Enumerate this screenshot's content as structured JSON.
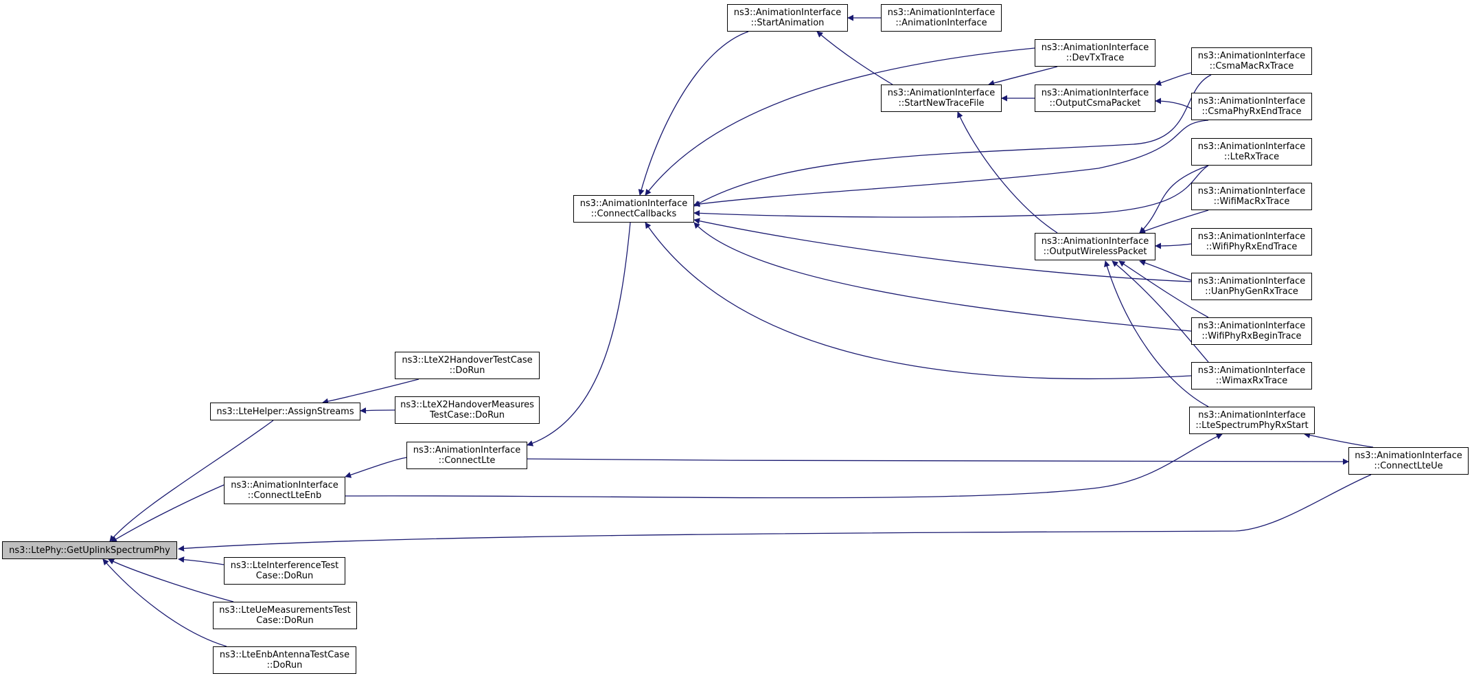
{
  "graph": {
    "nodes": {
      "getuplink": {
        "lines": [
          "ns3::LtePhy::GetUplinkSpectrumPhy"
        ],
        "focus": true
      },
      "assign": {
        "lines": [
          "ns3::LteHelper::AssignStreams"
        ]
      },
      "x2dorun": {
        "lines": [
          "ns3::LteX2HandoverTestCase",
          "::DoRun"
        ]
      },
      "x2meas": {
        "lines": [
          "ns3::LteX2HandoverMeasures",
          "TestCase::DoRun"
        ]
      },
      "connlteenb": {
        "lines": [
          "ns3::AnimationInterface",
          "::ConnectLteEnb"
        ]
      },
      "connlte": {
        "lines": [
          "ns3::AnimationInterface",
          "::ConnectLte"
        ]
      },
      "conncb": {
        "lines": [
          "ns3::AnimationInterface",
          "::ConnectCallbacks"
        ]
      },
      "startanim": {
        "lines": [
          "ns3::AnimationInterface",
          "::StartAnimation"
        ]
      },
      "animiface": {
        "lines": [
          "ns3::AnimationInterface",
          "::AnimationInterface"
        ]
      },
      "startnew": {
        "lines": [
          "ns3::AnimationInterface",
          "::StartNewTraceFile"
        ]
      },
      "devtx": {
        "lines": [
          "ns3::AnimationInterface",
          "::DevTxTrace"
        ]
      },
      "outcsma": {
        "lines": [
          "ns3::AnimationInterface",
          "::OutputCsmaPacket"
        ]
      },
      "csmamac": {
        "lines": [
          "ns3::AnimationInterface",
          "::CsmaMacRxTrace"
        ]
      },
      "csmaphy": {
        "lines": [
          "ns3::AnimationInterface",
          "::CsmaPhyRxEndTrace"
        ]
      },
      "lterx": {
        "lines": [
          "ns3::AnimationInterface",
          "::LteRxTrace"
        ]
      },
      "wifimac": {
        "lines": [
          "ns3::AnimationInterface",
          "::WifiMacRxTrace"
        ]
      },
      "outwireless": {
        "lines": [
          "ns3::AnimationInterface",
          "::OutputWirelessPacket"
        ]
      },
      "wifiphyend": {
        "lines": [
          "ns3::AnimationInterface",
          "::WifiPhyRxEndTrace"
        ]
      },
      "uan": {
        "lines": [
          "ns3::AnimationInterface",
          "::UanPhyGenRxTrace"
        ]
      },
      "wifiphybegin": {
        "lines": [
          "ns3::AnimationInterface",
          "::WifiPhyRxBeginTrace"
        ]
      },
      "wimax": {
        "lines": [
          "ns3::AnimationInterface",
          "::WimaxRxTrace"
        ]
      },
      "ltespec": {
        "lines": [
          "ns3::AnimationInterface",
          "::LteSpectrumPhyRxStart"
        ]
      },
      "connlteue": {
        "lines": [
          "ns3::AnimationInterface",
          "::ConnectLteUe"
        ]
      },
      "interf": {
        "lines": [
          "ns3::LteInterferenceTest",
          "Case::DoRun"
        ]
      },
      "uemeas": {
        "lines": [
          "ns3::LteUeMeasurementsTest",
          "Case::DoRun"
        ]
      },
      "antenna": {
        "lines": [
          "ns3::LteEnbAntennaTestCase",
          "::DoRun"
        ]
      }
    },
    "edges": [
      {
        "from": "assign",
        "to": "getuplink"
      },
      {
        "from": "connlteenb",
        "to": "getuplink"
      },
      {
        "from": "connlteue",
        "to": "getuplink"
      },
      {
        "from": "interf",
        "to": "getuplink"
      },
      {
        "from": "uemeas",
        "to": "getuplink"
      },
      {
        "from": "antenna",
        "to": "getuplink"
      },
      {
        "from": "x2dorun",
        "to": "assign"
      },
      {
        "from": "x2meas",
        "to": "assign"
      },
      {
        "from": "connlte",
        "to": "connlteenb"
      },
      {
        "from": "conncb",
        "to": "connlte"
      },
      {
        "from": "connlte",
        "to": "connlteue"
      },
      {
        "from": "startanim",
        "to": "conncb"
      },
      {
        "from": "devtx",
        "to": "conncb"
      },
      {
        "from": "csmamac",
        "to": "conncb"
      },
      {
        "from": "csmaphy",
        "to": "conncb"
      },
      {
        "from": "lterx",
        "to": "conncb"
      },
      {
        "from": "uan",
        "to": "conncb"
      },
      {
        "from": "wifiphybegin",
        "to": "conncb"
      },
      {
        "from": "wimax",
        "to": "conncb"
      },
      {
        "from": "animiface",
        "to": "startanim"
      },
      {
        "from": "startnew",
        "to": "startanim"
      },
      {
        "from": "devtx",
        "to": "startnew"
      },
      {
        "from": "outcsma",
        "to": "startnew"
      },
      {
        "from": "outwireless",
        "to": "startnew"
      },
      {
        "from": "csmamac",
        "to": "outcsma"
      },
      {
        "from": "csmaphy",
        "to": "outcsma"
      },
      {
        "from": "lterx",
        "to": "outwireless"
      },
      {
        "from": "wifimac",
        "to": "outwireless"
      },
      {
        "from": "wifiphyend",
        "to": "outwireless"
      },
      {
        "from": "uan",
        "to": "outwireless"
      },
      {
        "from": "wifiphybegin",
        "to": "outwireless"
      },
      {
        "from": "wimax",
        "to": "outwireless"
      },
      {
        "from": "ltespec",
        "to": "outwireless"
      },
      {
        "from": "connlteenb",
        "to": "ltespec"
      },
      {
        "from": "connlteue",
        "to": "ltespec"
      }
    ],
    "edge_color": "#191970"
  }
}
